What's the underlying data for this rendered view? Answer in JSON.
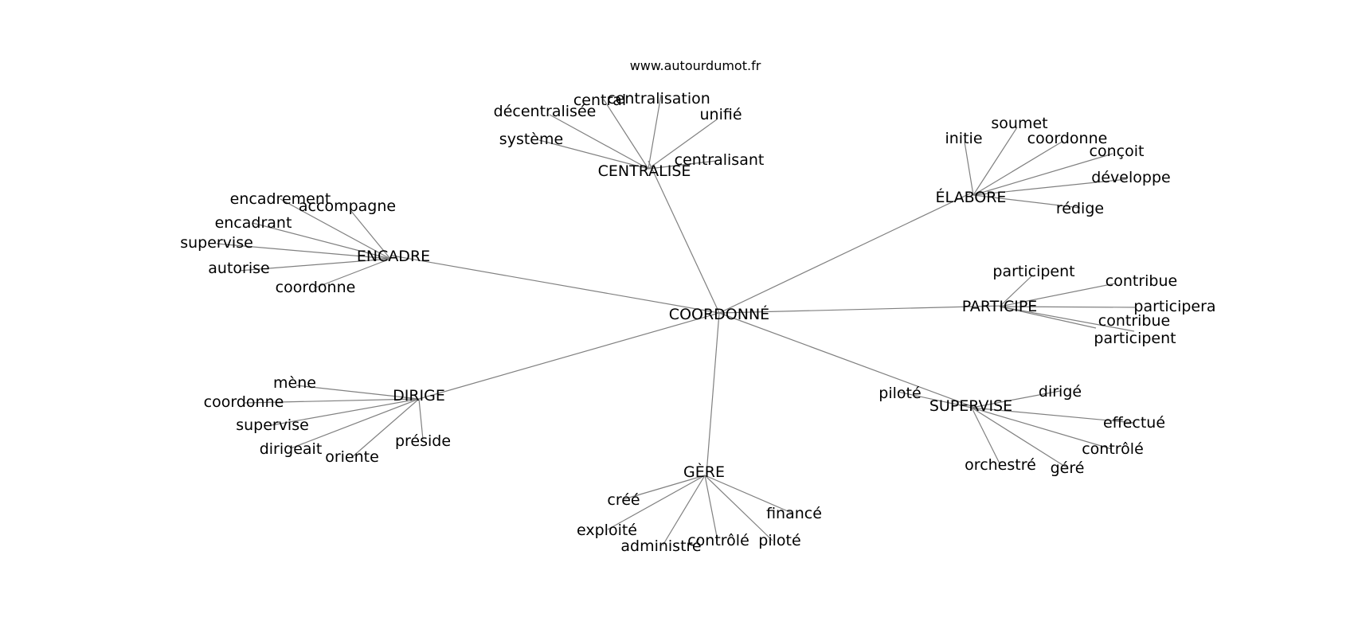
{
  "source_label": "www.autourdumot.fr",
  "center": "COORDONNÉ",
  "clusters": {
    "centralise": {
      "label": "CENTRALISE",
      "words": [
        "centralisation",
        "central",
        "décentralisée",
        "unifié",
        "système",
        "centralisant"
      ]
    },
    "elabore": {
      "label": "ÉLABORE",
      "words": [
        "soumet",
        "initie",
        "coordonne",
        "conçoit",
        "développe",
        "rédige"
      ]
    },
    "encadre": {
      "label": "ENCADRE",
      "words": [
        "encadrement",
        "accompagne",
        "encadrant",
        "supervise",
        "autorise",
        "coordonne"
      ]
    },
    "participe": {
      "label": "PARTICIPE",
      "words": [
        "participent",
        "contribue",
        "participera",
        "contribue",
        "participent"
      ]
    },
    "dirige": {
      "label": "DIRIGE",
      "words": [
        "mène",
        "coordonne",
        "supervise",
        "dirigeait",
        "oriente",
        "préside"
      ]
    },
    "supervise": {
      "label": "SUPERVISE",
      "words": [
        "piloté",
        "dirigé",
        "effectué",
        "contrôlé",
        "orchestré",
        "géré"
      ]
    },
    "gere": {
      "label": "GÈRE",
      "words": [
        "créé",
        "financé",
        "exploité",
        "administré",
        "contrôlé",
        "piloté"
      ]
    }
  },
  "edge_color": "#808080"
}
